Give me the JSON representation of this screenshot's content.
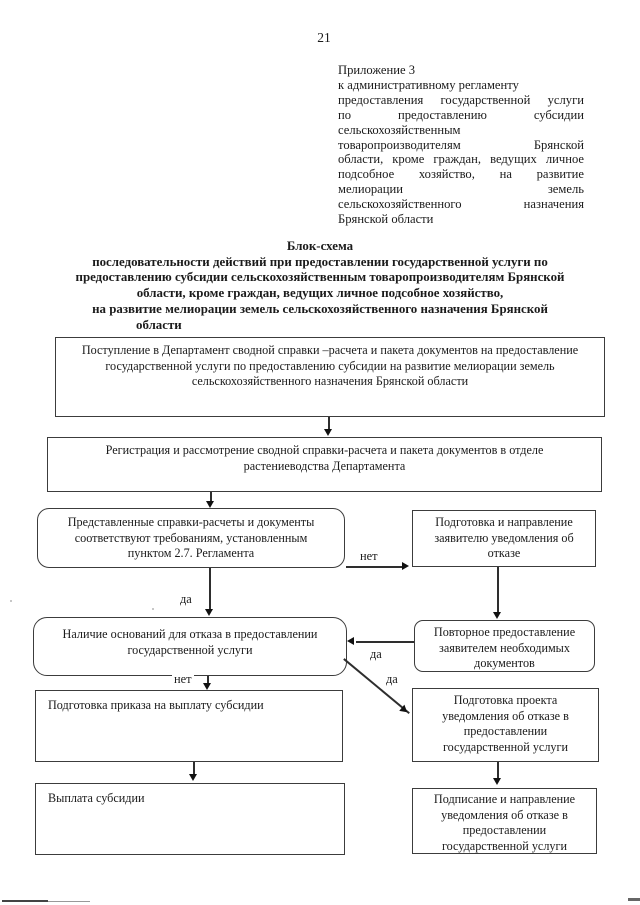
{
  "page": {
    "number": "21"
  },
  "appendix": {
    "lines": [
      "Приложение 3",
      "к административному регламенту",
      "предоставления государственной услуги",
      "по предоставлению субсидии",
      "сельскохозяйственным",
      "товаропроизводителям Брянской",
      "области, кроме граждан, ведущих личное",
      "подсобное хозяйство, на развитие",
      "мелиорации земель",
      "сельскохозяйственного назначения",
      "Брянской области"
    ]
  },
  "title": {
    "lines": [
      "Блок-схема",
      "последовательности действий при предоставлении государственной услуги по",
      "предоставлению субсидии сельскохозяйственным товаропроизводителям Брянской",
      "области, кроме граждан, ведущих личное подсобное хозяйство,",
      "на развитие мелиорации земель сельскохозяйственного назначения Брянской",
      "области"
    ]
  },
  "flowchart": {
    "boxes": {
      "receipt": "Поступление в Департамент сводной справки –расчета и пакета документов на предоставление государственной услуги по предоставлению субсидии на развитие мелиорации земель сельскохозяйственного назначения Брянской области",
      "registration": "Регистрация и рассмотрение сводной справки-расчета и пакета документов в отделе растениеводства Департамента",
      "compliance": "Представленные справки-расчеты и документы соответствуют требованиям, установленным пунктом 2.7. Регламента",
      "refusal_notice": "Подготовка и направление заявителю уведомления об отказе",
      "refusal_grounds": "Наличие оснований для отказа в предоставлении государственной услуги",
      "resubmission": "Повторное предоставление заявителем необходимых документов",
      "payment_order": "Подготовка приказа на выплату субсидии",
      "subsidy_payment": "Выплата субсидии",
      "draft_refusal": "Подготовка проекта уведомления об отказе в предоставлении государственной услуги",
      "sign_refusal": "Подписание и направление уведомления об отказе в предоставлении государственной услуги"
    },
    "labels": {
      "yes": "да",
      "no": "нет"
    }
  }
}
